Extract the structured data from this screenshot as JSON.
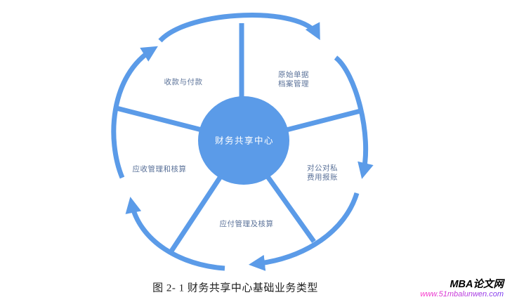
{
  "figure": {
    "caption": "图 2- 1 财务共享中心基础业务类型",
    "center": {
      "label": "财务共享中心"
    },
    "nodes": [
      {
        "id": "receipts-and-payments",
        "label": "收款与付款"
      },
      {
        "id": "original-documents-archive-management",
        "label": "原始单据\n档案管理"
      },
      {
        "id": "receivables-management-and-accounting",
        "label": "应收管理和核算"
      },
      {
        "id": "corporate-and-private-expense-reimbursement",
        "label": "对公对私\n费用报账"
      },
      {
        "id": "payables-management-and-accounting",
        "label": "应付管理及核算"
      }
    ],
    "colors": {
      "arrow_blue": "#5b9be8",
      "node_label_gray_blue": "#5b7299",
      "hub_text": "#ffffff"
    }
  },
  "watermark": {
    "site_name": "MBA论文网",
    "site_url": "www.51mbalunwen.com",
    "url_color_start": "#ff35c8",
    "url_color_end": "#7a3cf0"
  }
}
